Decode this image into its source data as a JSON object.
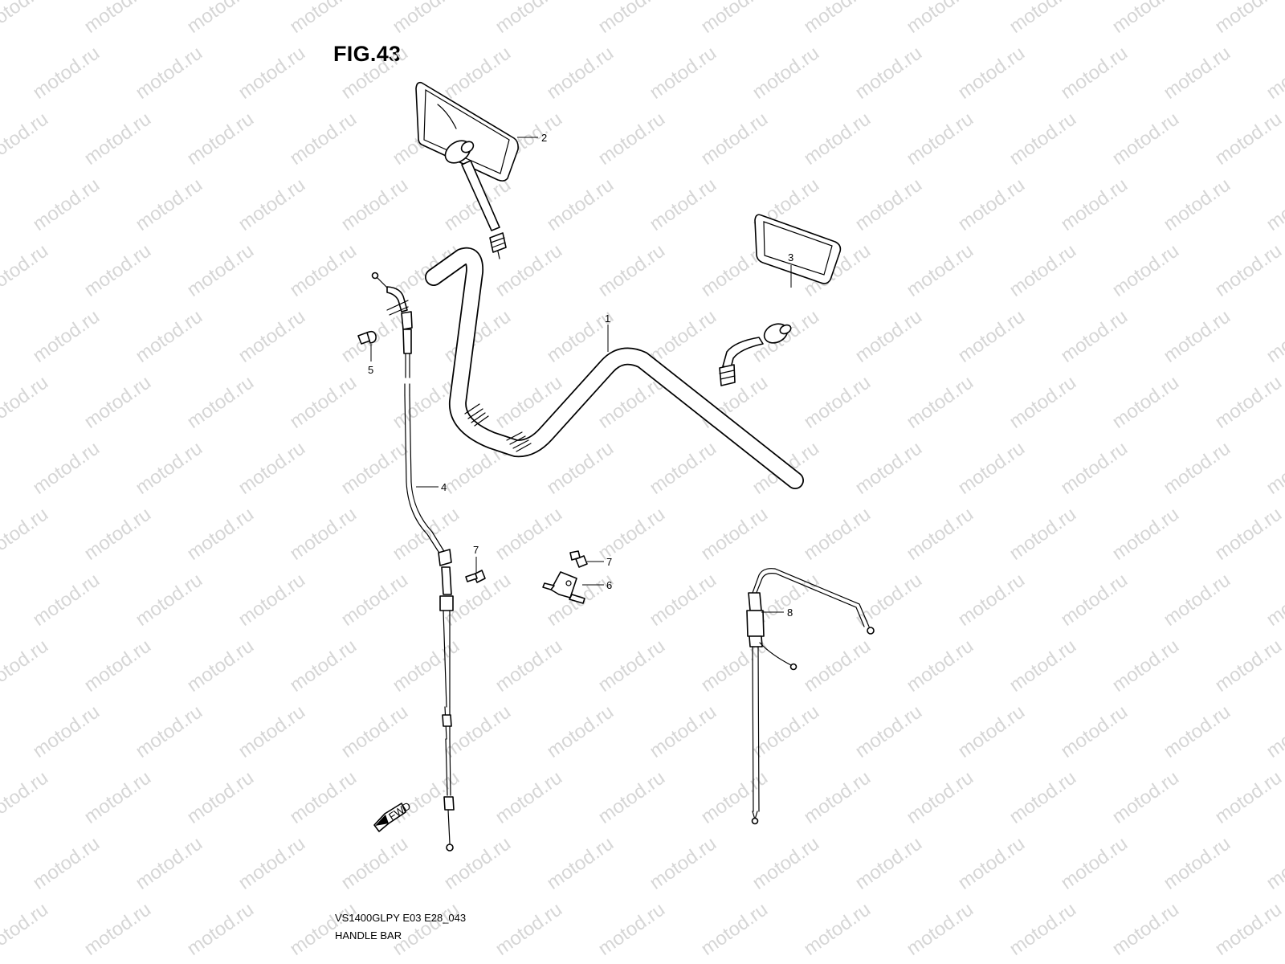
{
  "figure_title": "FIG.43",
  "diagram_code": "VS1400GLPY E03 E28_043",
  "diagram_name": "HANDLE BAR",
  "watermark_text": "motod.ru",
  "fwd_label": "FWD",
  "callouts": [
    {
      "id": "1",
      "label": "1"
    },
    {
      "id": "2",
      "label": "2"
    },
    {
      "id": "3",
      "label": "3"
    },
    {
      "id": "4",
      "label": "4"
    },
    {
      "id": "5",
      "label": "5"
    },
    {
      "id": "6",
      "label": "6"
    },
    {
      "id": "7a",
      "label": "7"
    },
    {
      "id": "7b",
      "label": "7"
    },
    {
      "id": "8",
      "label": "8"
    }
  ],
  "colors": {
    "line": "#000000",
    "watermark": "#d6d6d6",
    "background": "#ffffff"
  }
}
